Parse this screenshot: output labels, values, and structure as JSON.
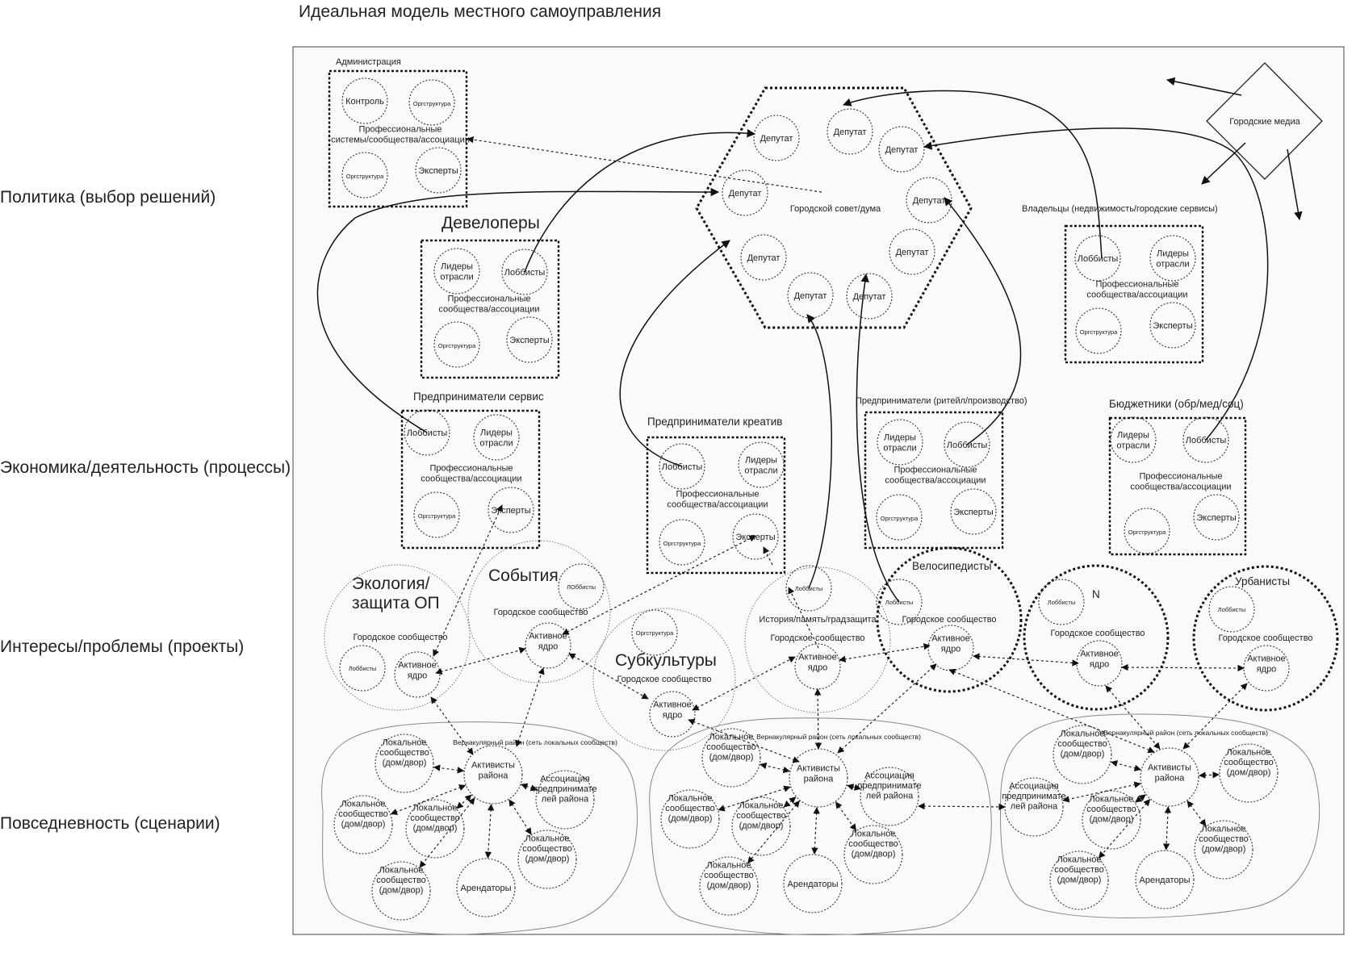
{
  "title": "Идеальная модель местного самоуправления",
  "rows": [
    "Политика (выбор решений)",
    "Экономика/деятельность (процессы)",
    "Интересы/проблемы (проекты)",
    "Повседневность (сценарии)"
  ],
  "admin": {
    "title": "Администрация",
    "inner": "Профессиональные\nсистемы/сообщества/ассоциации",
    "circles": [
      "Контроль",
      "Оргструктура",
      "Оргструктура",
      "Эксперты"
    ]
  },
  "council": {
    "center": "Городской совет/дума",
    "deputy": "Депутат"
  },
  "media": "Городские медиа",
  "lobby_groups": [
    {
      "title": "Девелоперы",
      "inner": "Профессиональные\nсообщества/ассоциации",
      "circles": [
        "Лидеры\nотрасли",
        "Лоббисты",
        "Оргструктура",
        "Эксперты"
      ]
    },
    {
      "title": "Владельцы (недвижимость/городские сервисы)",
      "inner": "Профессиональные\nсообщества/ассоциации",
      "circles": [
        "Лоббисты",
        "Лидеры\nотрасли",
        "Оргструктура",
        "Эксперты"
      ]
    },
    {
      "title": "Предприниматели сервис",
      "inner": "Профессиональные\nсообщества/ассоциации",
      "circles": [
        "Лоббисты",
        "Лидеры\nотрасли",
        "Оргструктура",
        "Эксперты"
      ]
    },
    {
      "title": "Предприниматели креатив",
      "inner": "Профессиональные\nсообщества/ассоциации",
      "circles": [
        "Лоббисты",
        "Лидеры\nотрасли",
        "Оргструктура",
        "Эксперты"
      ]
    },
    {
      "title": "Предприниматели (ритейл/производство)",
      "inner": "Профессиональные\nсообщества/ассоциации",
      "circles": [
        "Лидеры\nотрасли",
        "Лоббисты",
        "Оргструктура",
        "Эксперты"
      ]
    },
    {
      "title": "Бюджетники (обр/мед/соц)",
      "inner": "Профессиональные\nсообщества/ассоциации",
      "circles": [
        "Лидеры\nотрасли",
        "Лоббисты",
        "Оргструктура",
        "Эксперты"
      ]
    }
  ],
  "communities": [
    {
      "title": "Экология/\nзащита ОП",
      "inner": "Городское сообщество",
      "sub": "Лоббисты",
      "core": "Активное\nядро"
    },
    {
      "title": "События",
      "inner": "Городское сообщество",
      "sub": "ЛОббисты",
      "core": "Активное\nядро"
    },
    {
      "title": "Субкультуры",
      "inner": "Городское сообщество",
      "sub": "Оргструктура",
      "core": "Активное\nядро"
    },
    {
      "title": "История/память/градзащита",
      "inner": "Городское сообщество",
      "sub": "Лоббисты",
      "core": "Активное\nядро"
    },
    {
      "title": "Велосипедисты",
      "inner": "Городское сообщество",
      "sub": "Лоббисты",
      "core": "Активное\nядро"
    },
    {
      "title": "N",
      "inner": "Городское сообщество",
      "sub": "Лоббисты",
      "core": "Активное\nядро"
    },
    {
      "title": "Урбанисты",
      "inner": "Городское сообщество",
      "sub": "Лоббисты",
      "core": "Активное\nядро"
    }
  ],
  "districts": {
    "title": "Вернакулярный район (сеть локальных сообществ)",
    "activists": "Активисты\nрайона",
    "association": "Ассоциация\nпредпринимате\nлей района",
    "local": "Локальное\nсообщество\n(дом/двор)",
    "tenants": "Арендаторы"
  }
}
